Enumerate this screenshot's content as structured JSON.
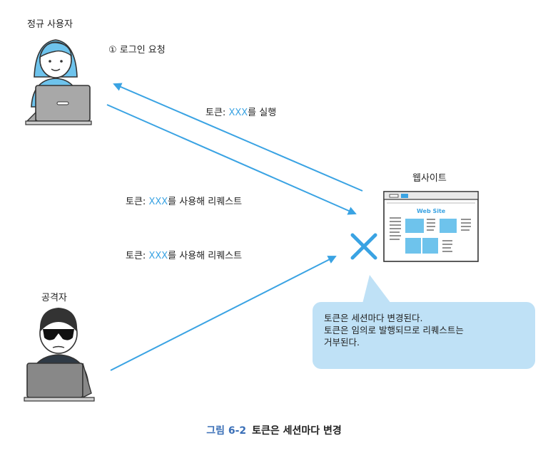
{
  "actors": {
    "user_label": "정규 사용자",
    "attacker_label": "공격자",
    "website_label": "웹사이트",
    "website_banner": "Web Site"
  },
  "messages": {
    "login_request": "① 로그인 요청",
    "token_issue_prefix": "토큰: ",
    "token_issue_value": "XXX",
    "token_issue_suffix": "를 실행",
    "user_request_prefix": "토큰: ",
    "user_request_value": "XXX",
    "user_request_suffix": "를 사용해 리퀘스트",
    "attacker_request_prefix": "토큰: ",
    "attacker_request_value": "XXX",
    "attacker_request_suffix": "를 사용해 리퀘스트"
  },
  "note": {
    "line1": "토큰은 세션마다 변경된다.",
    "line2": "토큰은 임의로 발행되므로 리퀘스트는",
    "line3": "거부된다."
  },
  "caption": {
    "number": "그림 6-2",
    "title": "토큰은 세션마다 변경"
  },
  "colors": {
    "accent": "#3aa3e3",
    "bubble": "#bfe1f6",
    "caption_number": "#3a6fb7"
  }
}
